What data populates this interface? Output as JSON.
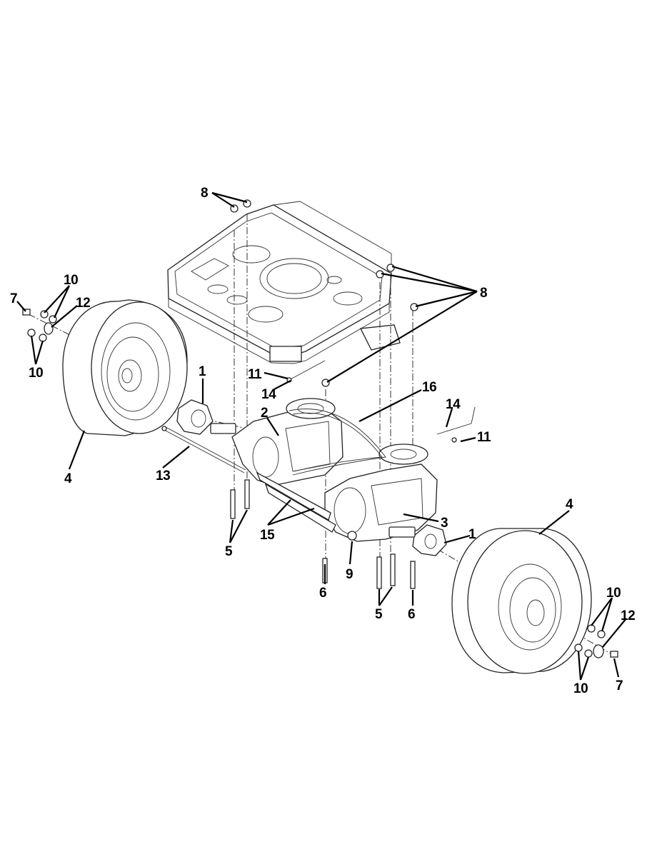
{
  "diagram": {
    "callouts": [
      {
        "id": "c8a",
        "label": "8"
      },
      {
        "id": "c8b",
        "label": "8"
      },
      {
        "id": "c10a",
        "label": "10"
      },
      {
        "id": "c7a",
        "label": "7"
      },
      {
        "id": "c12a",
        "label": "12"
      },
      {
        "id": "c10b",
        "label": "10"
      },
      {
        "id": "c1a",
        "label": "1"
      },
      {
        "id": "c11a",
        "label": "11"
      },
      {
        "id": "c14a",
        "label": "14"
      },
      {
        "id": "c16",
        "label": "16"
      },
      {
        "id": "c2",
        "label": "2"
      },
      {
        "id": "c14b",
        "label": "14"
      },
      {
        "id": "c11b",
        "label": "11"
      },
      {
        "id": "c4a",
        "label": "4"
      },
      {
        "id": "c13",
        "label": "13"
      },
      {
        "id": "c15",
        "label": "15"
      },
      {
        "id": "c5a",
        "label": "5"
      },
      {
        "id": "c3",
        "label": "3"
      },
      {
        "id": "c1b",
        "label": "1"
      },
      {
        "id": "c4b",
        "label": "4"
      },
      {
        "id": "c9",
        "label": "9"
      },
      {
        "id": "c6a",
        "label": "6"
      },
      {
        "id": "c5b",
        "label": "5"
      },
      {
        "id": "c6b",
        "label": "6"
      },
      {
        "id": "c10c",
        "label": "10"
      },
      {
        "id": "c12b",
        "label": "12"
      },
      {
        "id": "c10d",
        "label": "10"
      },
      {
        "id": "c7b",
        "label": "7"
      }
    ]
  }
}
